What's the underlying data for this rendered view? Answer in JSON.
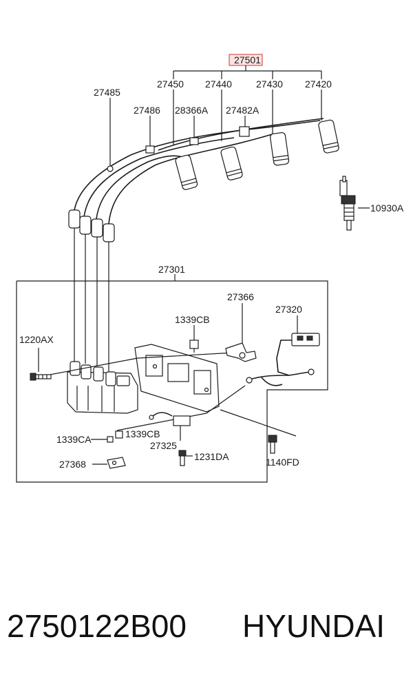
{
  "diagram": {
    "highlight_color": "#d9534f",
    "callouts": {
      "c27501": "27501",
      "c27450": "27450",
      "c27440": "27440",
      "c27430": "27430",
      "c27420": "27420",
      "c27485": "27485",
      "c27486": "27486",
      "c28366A": "28366A",
      "c27482A": "27482A",
      "c10930A": "10930A",
      "c27301": "27301",
      "c27366": "27366",
      "c27320": "27320",
      "c1339CB_top": "1339CB",
      "c1220AX": "1220AX",
      "c1339CA": "1339CA",
      "c1339CB_bottom": "1339CB",
      "c27325": "27325",
      "c1231DA": "1231DA",
      "c27368": "27368",
      "c1140FD": "1140FD"
    }
  },
  "footer": {
    "part_number": "2750122B00",
    "brand": "HYUNDAI"
  }
}
